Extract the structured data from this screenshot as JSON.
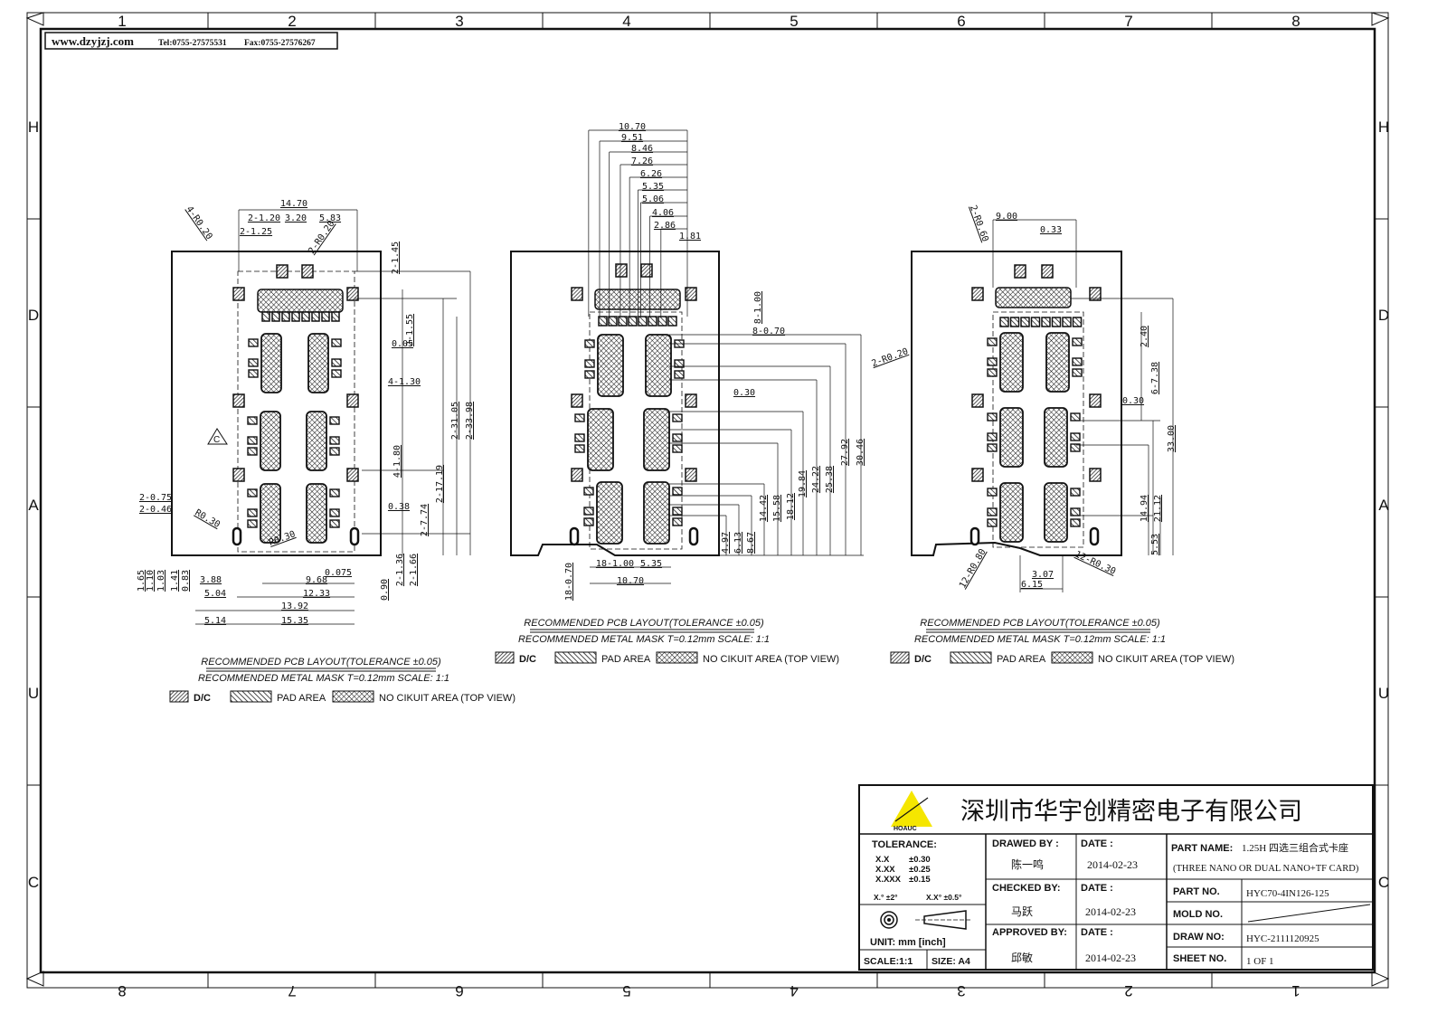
{
  "header_strip": {
    "website": "www.dzyjzj.com",
    "tel": "Tel:0755-27575531",
    "fax": "Fax:0755-27576267"
  },
  "frame": {
    "columns_top": [
      "1",
      "2",
      "3",
      "4",
      "5",
      "6",
      "7",
      "8"
    ],
    "columns_bottom": [
      "8",
      "7",
      "6",
      "5",
      "4",
      "3",
      "2",
      "1"
    ],
    "rows": [
      "H",
      "D",
      "A",
      "U",
      "C"
    ]
  },
  "views": [
    {
      "dims": [
        "14.70",
        "2-1.20",
        "3.20",
        "5.83",
        "2-1.25",
        "4-R0.20",
        "2-R0.20",
        "2-1.45",
        "2-1.55",
        "0.05",
        "4-1.30",
        "2-31.05",
        "2-33.98",
        "4-1.80",
        "2-17.19",
        "0.38",
        "2-7.74",
        "2-0.75",
        "2-0.46",
        "R0.30",
        "R0.30",
        "2-1.36",
        "2-1.66",
        "0.075",
        "0.90",
        "1.65",
        "1.10",
        "1.03",
        "1.41",
        "0.83",
        "3.88",
        "9.68",
        "5.04",
        "12.33",
        "13.92",
        "5.14",
        "15.35"
      ],
      "marker": "C",
      "caption_title": "RECOMMENDED PCB LAYOUT(TOLERANCE ±0.05)",
      "caption_mask": "RECOMMENDED METAL MASK T=0.12mm  SCALE: 1:1"
    },
    {
      "dims": [
        "10.70",
        "9.51",
        "8.46",
        "7.26",
        "6.26",
        "5.35",
        "5.06",
        "4.06",
        "2.86",
        "1.81",
        "8-1.00",
        "8-0.70",
        "0.30",
        "27.92",
        "30.46",
        "25.38",
        "24.22",
        "19.84",
        "18.12",
        "15.58",
        "14.42",
        "8.67",
        "6.13",
        "4.97",
        "18-0.70",
        "18-1.00",
        "5.35",
        "10.70"
      ],
      "caption_title": "RECOMMENDED PCB LAYOUT(TOLERANCE ±0.05)",
      "caption_mask": "RECOMMENDED METAL MASK T=0.12mm  SCALE: 1:1"
    },
    {
      "dims": [
        "9.00",
        "0.33",
        "2-R0.60",
        "2-R0.20",
        "2.40",
        "6-7.38",
        "0.30",
        "33.00",
        "21.12",
        "14.94",
        "5.53",
        "12-R0.80",
        "12-R0.30",
        "3.07",
        "6.15"
      ],
      "caption_title": "RECOMMENDED PCB LAYOUT(TOLERANCE ±0.05)",
      "caption_mask": "RECOMMENDED METAL MASK T=0.12mm  SCALE: 1:1"
    }
  ],
  "legend": {
    "dc": "D/C",
    "pad": "PAD AREA",
    "no_circuit": "NO CIKUIT AREA (TOP VIEW)"
  },
  "title_block": {
    "logo_text": "HOAUC",
    "company": "深圳市华宇创精密电子有限公司",
    "tolerance_label": "TOLERANCE:",
    "tol_rows": [
      [
        "X.X",
        "±0.30"
      ],
      [
        "X.XX",
        "±0.25"
      ],
      [
        "X.XXX",
        "±0.15"
      ]
    ],
    "angle_tol": [
      "X.° ±2°",
      "X.X° ±0.5°"
    ],
    "unit": "UNIT:  mm  [inch]",
    "scale": "SCALE:1:1",
    "size": "SIZE: A4",
    "drawed_by_label": "DRAWED BY :",
    "drawed_by": "陈一鸣",
    "checked_by_label": "CHECKED BY:",
    "checked_by": "马跃",
    "approved_by_label": "APPROVED BY:",
    "approved_by": "邱敏",
    "date_label": "DATE :",
    "date_drawn": "2014-02-23",
    "date_checked": "2014-02-23",
    "date_approved": "2014-02-23",
    "part_name_label": "PART NAME:",
    "part_name": "1.25H 四选三组合式卡座",
    "part_name_en": "(THREE NANO OR DUAL NANO+TF CARD)",
    "part_no_label": "PART NO.",
    "part_no": "HYC70-4IN126-125",
    "mold_no_label": "MOLD NO.",
    "draw_no_label": "DRAW NO:",
    "draw_no": "HYC-2111120925",
    "sheet_no_label": "SHEET NO.",
    "sheet_no": "1 OF 1"
  },
  "colors": {
    "line": "#111111",
    "logo_yellow": "#f5e600"
  }
}
